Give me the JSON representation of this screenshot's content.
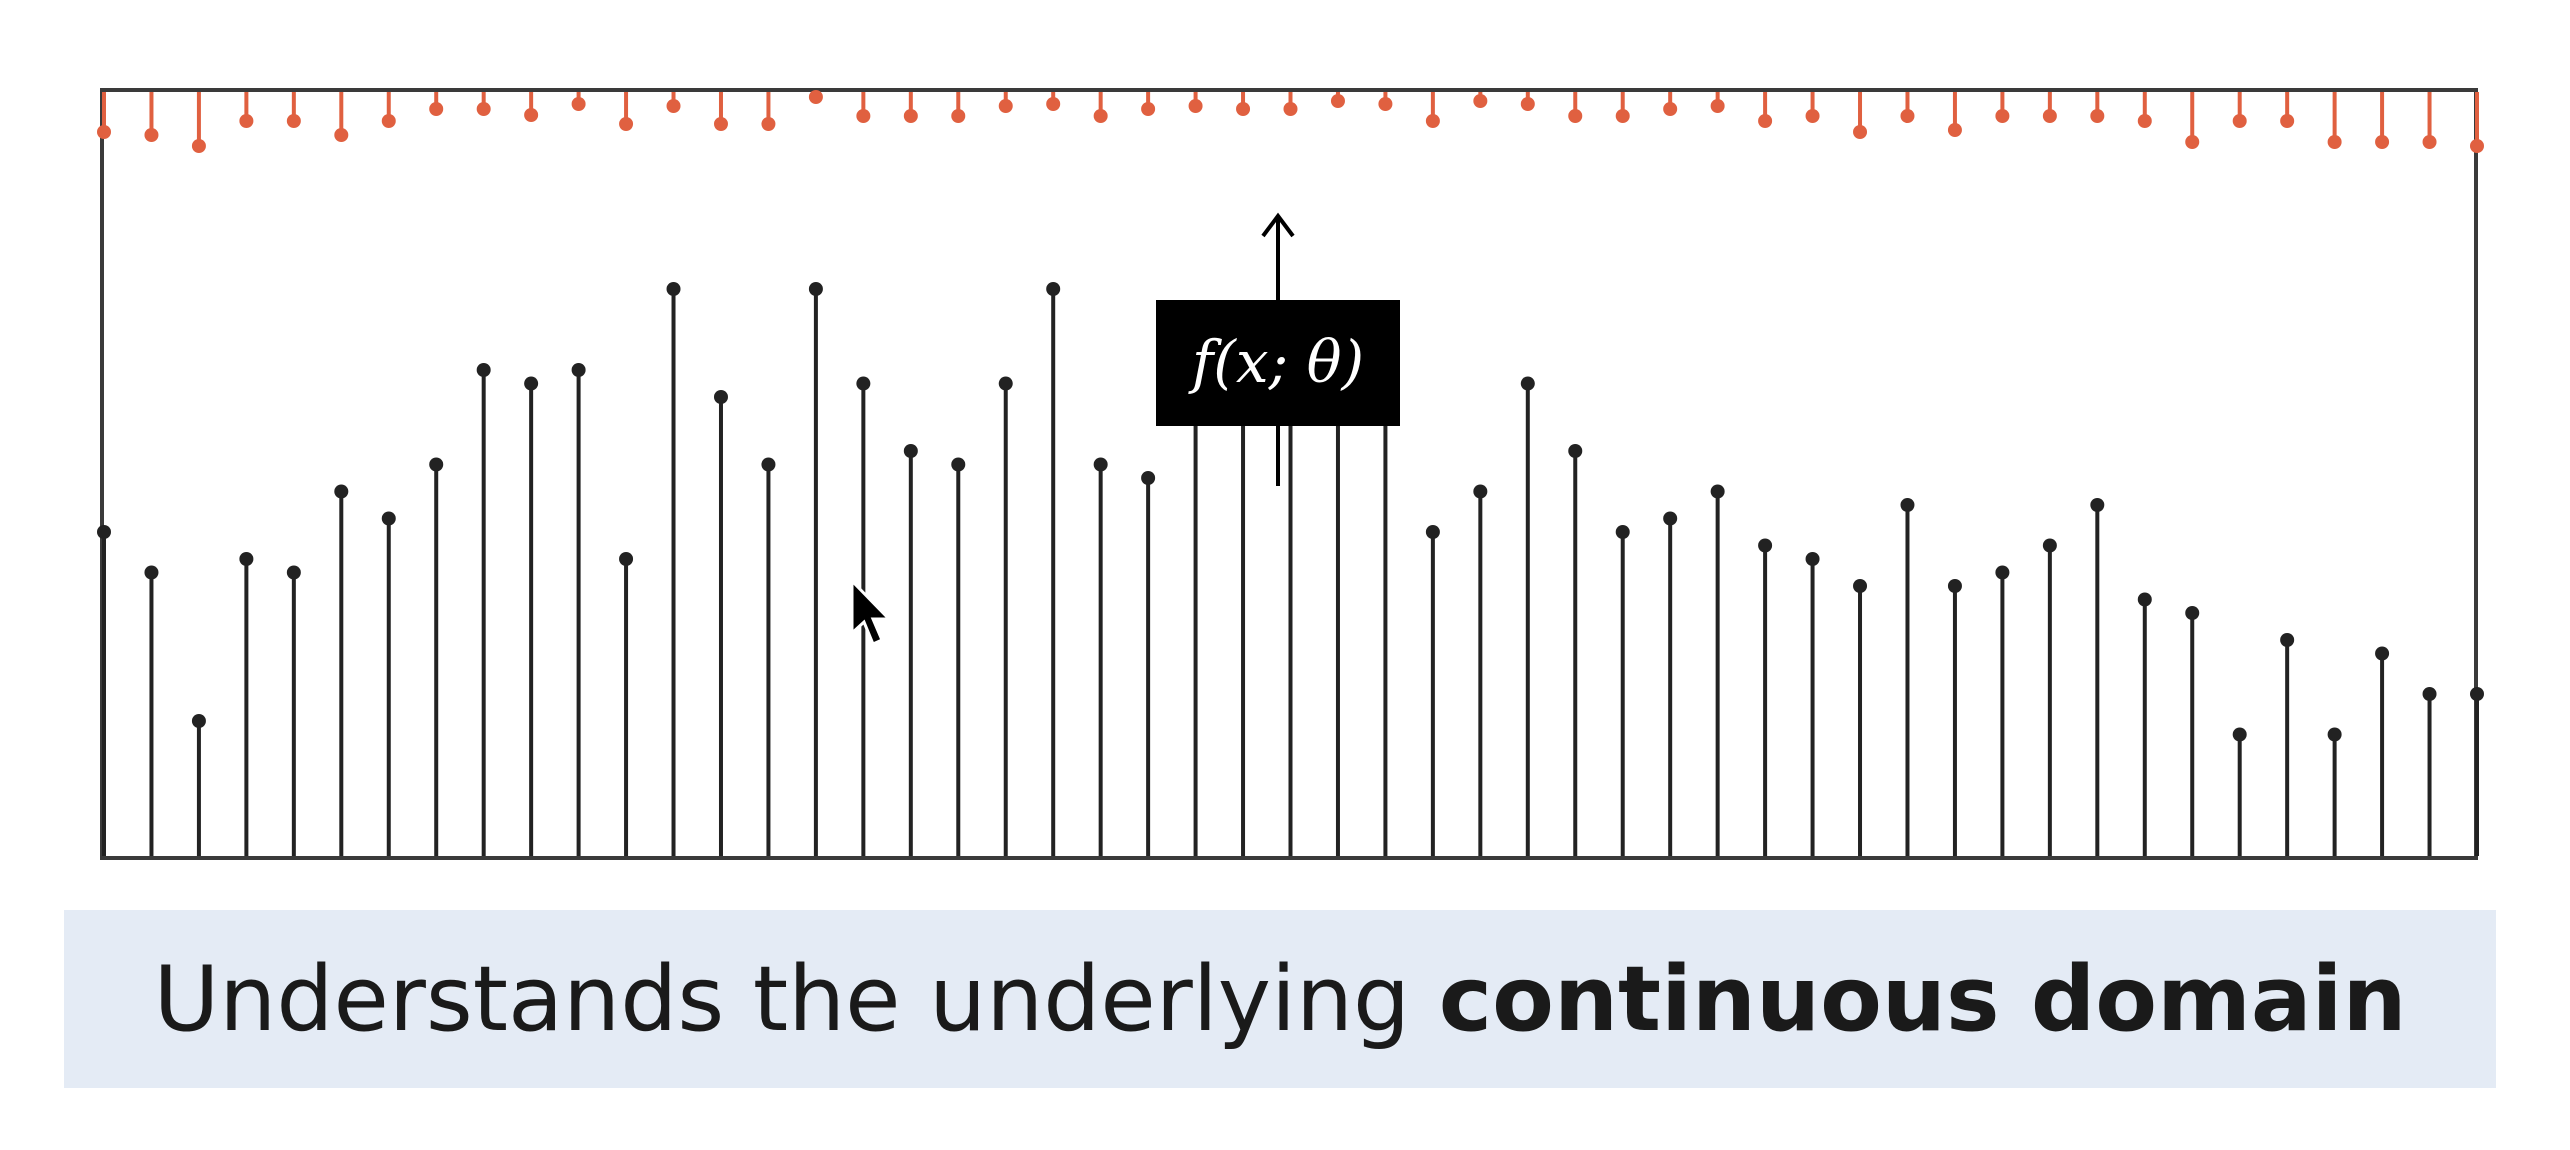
{
  "diagram": {
    "function_label": "f(x; θ)",
    "caption_regular": "Understands the underlying ",
    "caption_bold": "continuous domain",
    "colors": {
      "frame": "#3a3a3a",
      "input_stems": "#222222",
      "output_stems": "#e06040",
      "label_box": "#000000",
      "label_text": "#ffffff",
      "caption_bg": "#e4ebf5"
    },
    "input_samples": [
      0.24,
      0.21,
      0.1,
      0.22,
      0.21,
      0.27,
      0.25,
      0.29,
      0.36,
      0.35,
      0.36,
      0.22,
      0.42,
      0.34,
      0.29,
      0.42,
      0.35,
      0.3,
      0.29,
      0.35,
      0.42,
      0.29,
      0.28,
      0.35,
      0.34,
      0.39,
      0.35,
      0.35,
      0.24,
      0.27,
      0.35,
      0.3,
      0.24,
      0.25,
      0.27,
      0.23,
      0.22,
      0.2,
      0.26,
      0.2,
      0.21,
      0.23,
      0.26,
      0.19,
      0.18,
      0.09,
      0.16,
      0.09,
      0.15,
      0.12,
      0.12
    ],
    "output_samples": [
      0.4,
      0.43,
      0.54,
      0.29,
      0.29,
      0.43,
      0.29,
      0.17,
      0.17,
      0.23,
      0.12,
      0.32,
      0.14,
      0.32,
      0.32,
      0.05,
      0.24,
      0.24,
      0.24,
      0.14,
      0.12,
      0.24,
      0.17,
      0.14,
      0.17,
      0.17,
      0.09,
      0.12,
      0.29,
      0.09,
      0.12,
      0.24,
      0.24,
      0.17,
      0.14,
      0.29,
      0.24,
      0.4,
      0.24,
      0.38,
      0.24,
      0.24,
      0.24,
      0.29,
      0.5,
      0.29,
      0.29,
      0.5,
      0.5,
      0.5,
      0.54
    ]
  }
}
